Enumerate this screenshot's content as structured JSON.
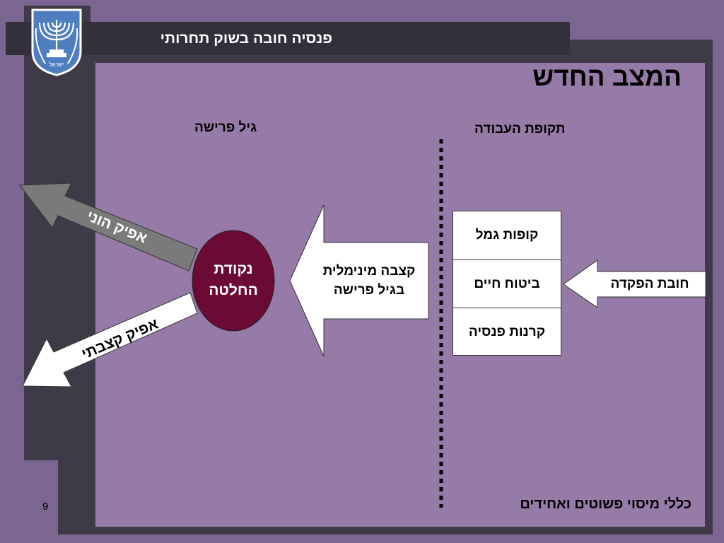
{
  "header": {
    "title": "פנסיה חובה בשוק תחרותי",
    "emblem_caption": "ישראל"
  },
  "slide": {
    "title": "המצב החדש",
    "page_number": "9"
  },
  "columns": {
    "left_heading": "גיל פרישה",
    "right_heading": "תקופת העבודה"
  },
  "products": [
    {
      "label": "קופות גמל"
    },
    {
      "label": "ביטוח חיים"
    },
    {
      "label": "קרנות פנסיה"
    }
  ],
  "arrows": {
    "deposit_obligation": "חובת הפקדה",
    "minimum_annuity_line1": "קצבה מינימלית",
    "minimum_annuity_line2": "בגיל פרישה",
    "capital_option": "אפיק הוני",
    "annuity_option": "אפיק קצבתי"
  },
  "decision_point": {
    "line1": "נקודת",
    "line2": "החלטה"
  },
  "footer": {
    "note": "כללי מיסוי פשוטים ואחידים"
  },
  "colors": {
    "decision_circle": "#6b0a35",
    "gray_arrow": "#7a7a7a",
    "panel": "#967aa7",
    "background": "#7b6691"
  }
}
